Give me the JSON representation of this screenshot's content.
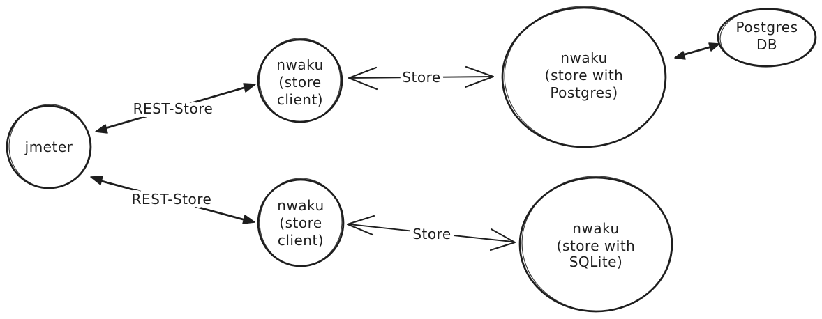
{
  "theme": {
    "ink": "#1e1e1e",
    "background": "#ffffff"
  },
  "diagram": {
    "style": "hand-drawn-whiteboard",
    "nodes": {
      "jmeter": {
        "lines": [
          "jmeter"
        ]
      },
      "store_client_top": {
        "lines": [
          "nwaku",
          "(store",
          "client)"
        ]
      },
      "store_postgres": {
        "lines": [
          "nwaku",
          "(store with",
          "Postgres)"
        ]
      },
      "postgres_db": {
        "lines": [
          "Postgres",
          "DB"
        ]
      },
      "store_client_bottom": {
        "lines": [
          "nwaku",
          "(store",
          "client)"
        ]
      },
      "store_sqlite": {
        "lines": [
          "nwaku",
          "(store with",
          "SQLite)"
        ]
      }
    },
    "edges": {
      "rest_store_top": {
        "label": "REST-Store",
        "arrowheads": "filled-both"
      },
      "rest_store_bottom": {
        "label": "REST-Store",
        "arrowheads": "filled-both"
      },
      "store_top": {
        "label": "Store",
        "arrowheads": "open-both"
      },
      "store_bottom": {
        "label": "Store",
        "arrowheads": "open-both"
      },
      "postgres_db_link": {
        "label": "",
        "arrowheads": "filled-both"
      }
    }
  }
}
